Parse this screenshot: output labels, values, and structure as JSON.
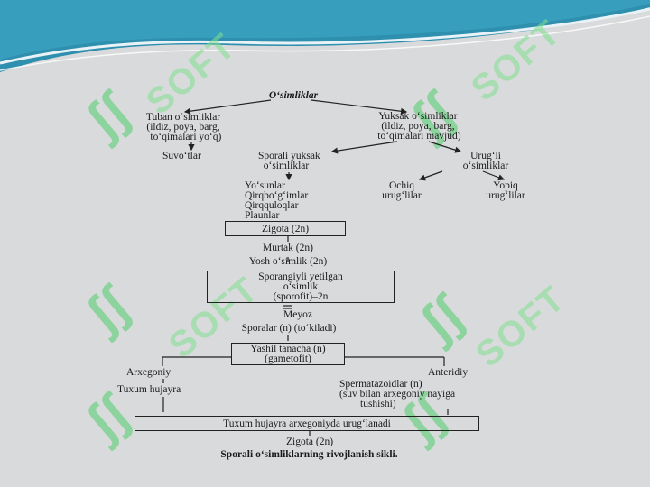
{
  "diagram": {
    "root": "O‘simliklar",
    "lower_plants": "Tuban o‘simliklar\n(ildiz, poya, barg,\n  to‘qimalari yo‘q)",
    "algae": "Suvo‘tlar",
    "higher_plants": "Yuksak o‘simliklar\n(ildiz, poya, barg,\n to‘qimalari mavjud)",
    "spore_higher": "Sporali yuksak\n  o‘simliklar",
    "seed_plants": "Urug‘li\no‘simliklar",
    "spore_groups": "Yo‘sunlar\nQirqbo‘g‘imlar\nQirqquloqlar\nPlaunlar",
    "gymnosperms": "Ochiq\nurug‘lilar",
    "angiosperms": "Yopiq\nurug‘lilar",
    "zygote_box": "Zigota (2n)",
    "embryo": "Murtak (2n)",
    "young_plant": "Yosh o‘simlik (2n)",
    "sporophyte_box": "Sporangiyli yetilgan\no‘simlik\n(sporofit)–2n",
    "meiosis": "Meyoz",
    "spores": "Sporalar (n) (to‘kiladi)",
    "gametophyte_box": "Yashil tanacha (n)\n(gametofit)",
    "archegonium": "Arxegoniy",
    "egg_cell": "Tuxum hujayra",
    "antheridium": "Anteridiy",
    "sperm": "Spermatazoidlar (n)\n(suv bilan arxegoniy nayiga\n        tushishi)",
    "fertilization_box": "Tuxum hujayra arxegoniyda urug‘lanadi",
    "zygote_final": "Zigota (2n)",
    "caption": "Sporali o‘simliklarning rivojlanish sikli."
  },
  "watermark": {
    "text": "SOFT",
    "glyph": "ʃʃ"
  },
  "colors": {
    "background": "#d9dadc",
    "header_wave": "#2f8fae",
    "watermark": "#4ecf6a"
  }
}
